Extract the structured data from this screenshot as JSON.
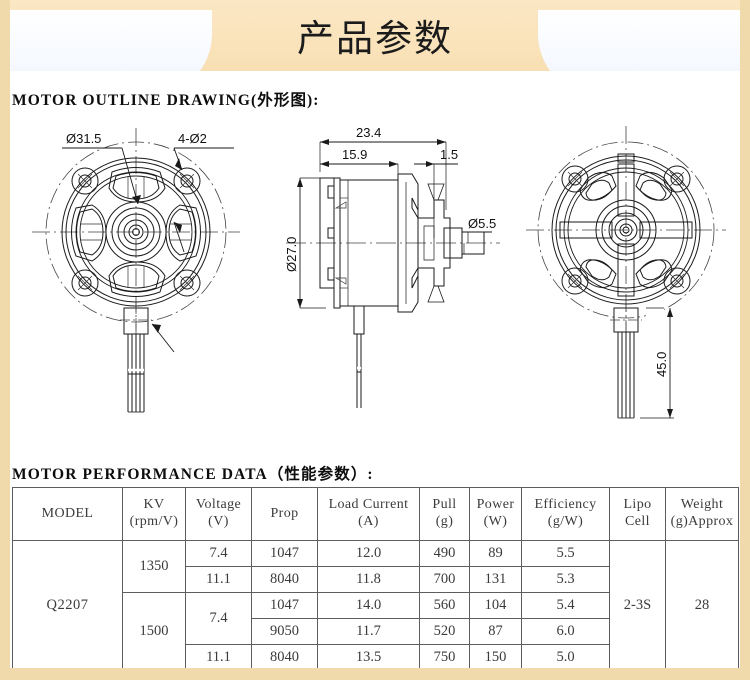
{
  "banner": {
    "title": "产品参数",
    "bg_color": "#fae3bb",
    "cut_color": "#ffffff"
  },
  "page": {
    "border_color": "#f0d9ab",
    "background": "#ffffff"
  },
  "sections": {
    "outline_heading": "MOTOR OUTLINE DRAWING(外形图):",
    "performance_heading": "MOTOR PERFORMANCE DATA（性能参数）:"
  },
  "drawings": {
    "front_view": {
      "name": "motor-front-view",
      "labels": {
        "outer_diameter": "Ø31.5",
        "mounting_holes": "4-Ø2"
      }
    },
    "side_view": {
      "name": "motor-side-section-view",
      "labels": {
        "total_length": "23.4",
        "body_length": "15.9",
        "shaft_step": "1.5",
        "body_diameter": "Ø27.0",
        "shaft_diameter": "Ø5.5"
      }
    },
    "rear_view": {
      "name": "motor-rear-view",
      "labels": {
        "wire_length": "45.0"
      }
    }
  },
  "table": {
    "headers": [
      {
        "line1": "MODEL",
        "line2": ""
      },
      {
        "line1": "KV",
        "line2": "(rpm/V)"
      },
      {
        "line1": "Voltage",
        "line2": "(V)"
      },
      {
        "line1": "Prop",
        "line2": ""
      },
      {
        "line1": "Load Current",
        "line2": "(A)"
      },
      {
        "line1": "Pull",
        "line2": "(g)"
      },
      {
        "line1": "Power",
        "line2": "(W)"
      },
      {
        "line1": "Efficiency",
        "line2": "(g/W)"
      },
      {
        "line1": "Lipo",
        "line2": "Cell"
      },
      {
        "line1": "Weight",
        "line2": "(g)Approx"
      }
    ],
    "model": "Q2207",
    "lipo_cell": "2-3S",
    "weight": "28",
    "kv_groups": [
      {
        "kv": "1350",
        "rows": 2
      },
      {
        "kv": "1500",
        "rows": 3
      }
    ],
    "voltage_groups": [
      {
        "voltage": "7.4",
        "rows": 1
      },
      {
        "voltage": "11.1",
        "rows": 1
      },
      {
        "voltage": "7.4",
        "rows": 2
      },
      {
        "voltage": "11.1",
        "rows": 1
      }
    ],
    "rows": [
      {
        "prop": "1047",
        "load_current": "12.0",
        "pull": "490",
        "power": "89",
        "efficiency": "5.5"
      },
      {
        "prop": "8040",
        "load_current": "11.8",
        "pull": "700",
        "power": "131",
        "efficiency": "5.3"
      },
      {
        "prop": "1047",
        "load_current": "14.0",
        "pull": "560",
        "power": "104",
        "efficiency": "5.4"
      },
      {
        "prop": "9050",
        "load_current": "11.7",
        "pull": "520",
        "power": "87",
        "efficiency": "6.0"
      },
      {
        "prop": "8040",
        "load_current": "13.5",
        "pull": "750",
        "power": "150",
        "efficiency": "5.0"
      }
    ]
  }
}
